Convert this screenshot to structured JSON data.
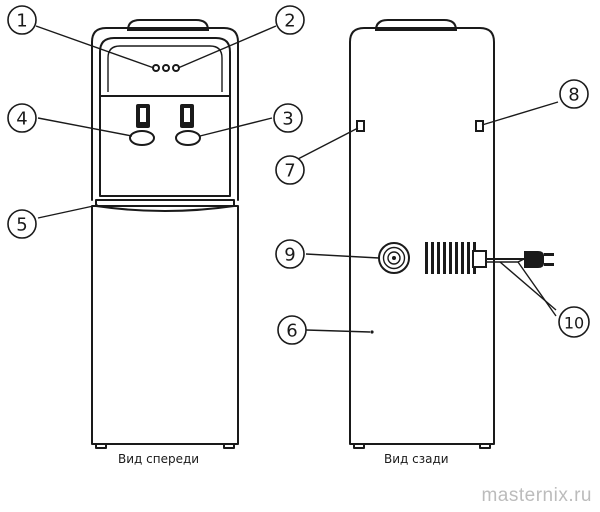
{
  "views": {
    "front_caption": "Вид спереди",
    "rear_caption": "Вид сзади"
  },
  "callouts": [
    {
      "id": "1",
      "label": "1"
    },
    {
      "id": "2",
      "label": "2"
    },
    {
      "id": "3",
      "label": "3"
    },
    {
      "id": "4",
      "label": "4"
    },
    {
      "id": "5",
      "label": "5"
    },
    {
      "id": "6",
      "label": "6"
    },
    {
      "id": "7",
      "label": "7"
    },
    {
      "id": "8",
      "label": "8"
    },
    {
      "id": "9",
      "label": "9"
    },
    {
      "id": "10",
      "label": "10"
    }
  ],
  "watermark": "masternix.ru",
  "colors": {
    "line": "#1a1a1a",
    "background": "#ffffff",
    "watermark": "#bcbcbc"
  }
}
